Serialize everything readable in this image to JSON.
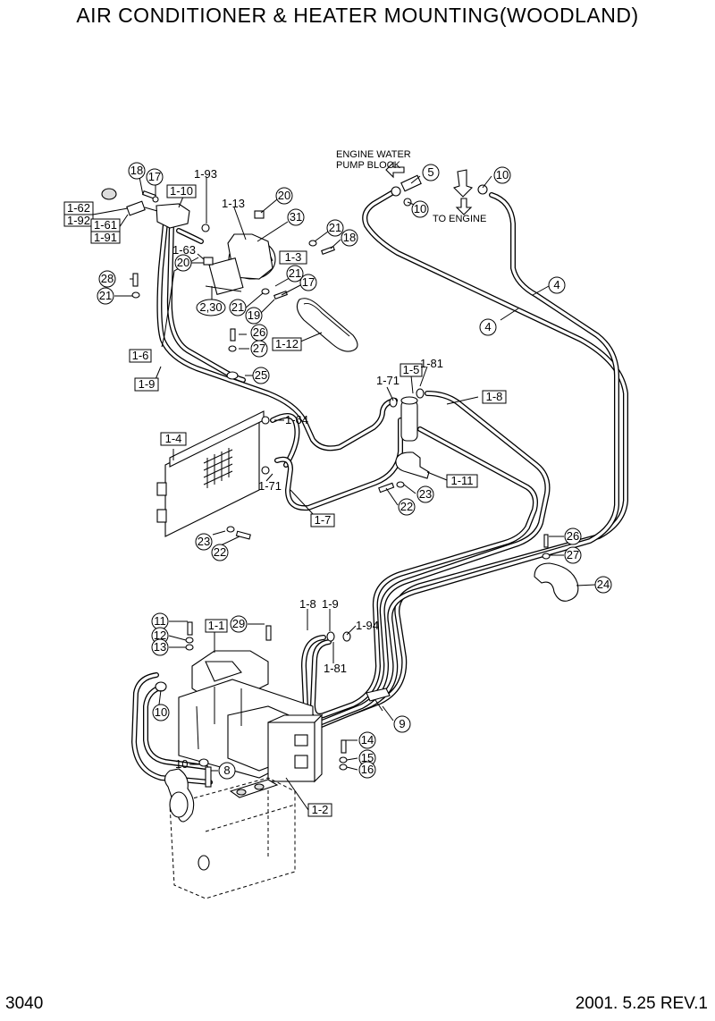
{
  "title": "AIR CONDITIONER & HEATER MOUNTING(WOODLAND)",
  "page_number": "3040",
  "revision": "2001. 5.25  REV.1",
  "annotations": {
    "engine_water_line1": "ENGINE WATER",
    "engine_water_line2": "PUMP BLOCK",
    "to_engine": "TO ENGINE"
  },
  "parts": {
    "p18a": "18",
    "p17a": "17",
    "p1_93": "1-93",
    "p1_10": "1-10",
    "p1_62": "1-62",
    "p1_92": "1-92",
    "p1_61": "1-61",
    "p1_91": "1-91",
    "p1_13": "1-13",
    "p20a": "20",
    "p31": "31",
    "p21a": "21",
    "p18b": "18",
    "p1_63": "1-63",
    "p20b": "20",
    "p1_3": "1-3",
    "p21b": "21",
    "p17b": "17",
    "p28": "28",
    "p21c": "21",
    "p2_30": "2,30",
    "p21d": "21",
    "p19": "19",
    "p26a": "26",
    "p27a": "27",
    "p1_12": "1-12",
    "p1_6": "1-6",
    "p25": "25",
    "p1_9a": "1-9",
    "p1_64": "1-64",
    "p1_4": "1-4",
    "p1_71a": "1-71",
    "p1_7": "1-7",
    "p23a": "23",
    "p22a": "22",
    "p5": "5",
    "p10a": "10",
    "p10b": "10",
    "p4a": "4",
    "p4b": "4",
    "p1_5": "1-5",
    "p1_81a": "1-81",
    "p1_71b": "1-71",
    "p1_8a": "1-8",
    "p1_11": "1-11",
    "p23b": "23",
    "p22b": "22",
    "p26b": "26",
    "p27b": "27",
    "p24": "24",
    "p11": "11",
    "p12": "12",
    "p13": "13",
    "p1_1": "1-1",
    "p29": "29",
    "p1_8b": "1-8",
    "p1_9b": "1-9",
    "p1_94": "1-94",
    "p1_81b": "1-81",
    "p10c": "10",
    "p10d": "10",
    "p8": "8",
    "p9": "9",
    "p14": "14",
    "p15": "15",
    "p16": "16",
    "p1_2": "1-2"
  }
}
